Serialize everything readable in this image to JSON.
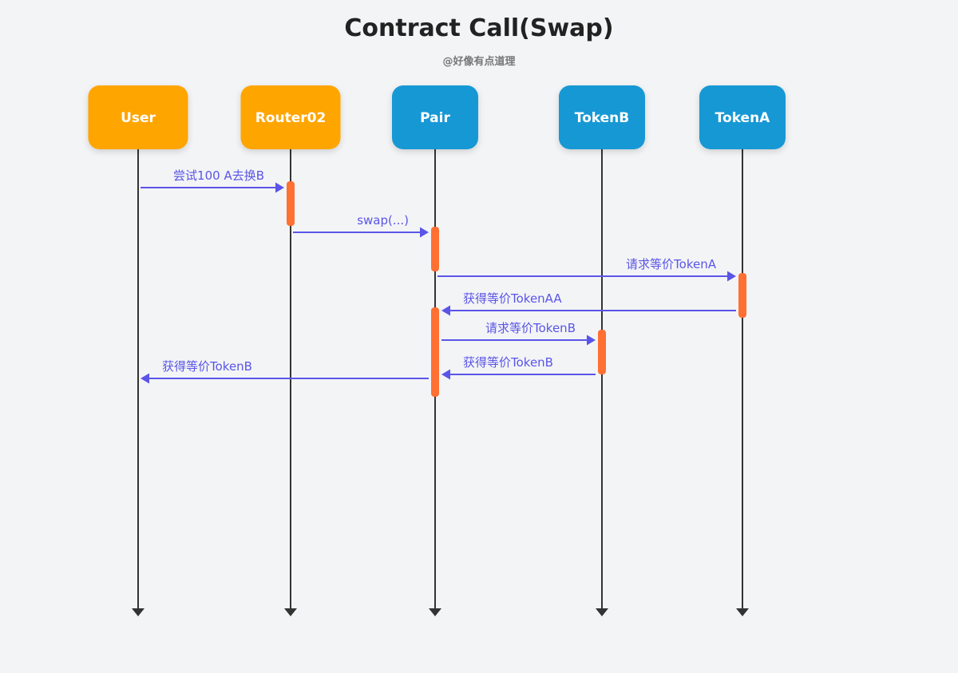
{
  "title": "Contract Call(Swap)",
  "subtitle": "@好像有点道理",
  "colors": {
    "background": "#f3f4f6",
    "actor_primary": "#ffa500",
    "actor_secondary": "#1598d5",
    "lifeline": "#333333",
    "activation": "#ff7033",
    "message": "#5a55e8"
  },
  "participants": [
    {
      "id": "user",
      "label": "User",
      "kind": "primary"
    },
    {
      "id": "router02",
      "label": "Router02",
      "kind": "primary"
    },
    {
      "id": "pair",
      "label": "Pair",
      "kind": "secondary"
    },
    {
      "id": "tokenb",
      "label": "TokenB",
      "kind": "secondary"
    },
    {
      "id": "tokena",
      "label": "TokenA",
      "kind": "secondary"
    }
  ],
  "activations": [
    {
      "participant": "router02"
    },
    {
      "participant": "pair"
    },
    {
      "participant": "tokena"
    },
    {
      "participant": "pair"
    },
    {
      "participant": "tokenb"
    }
  ],
  "messages": [
    {
      "from": "user",
      "to": "router02",
      "label": "尝试100 A去换B"
    },
    {
      "from": "router02",
      "to": "pair",
      "label": "swap(...)"
    },
    {
      "from": "pair",
      "to": "tokena",
      "label": "请求等价TokenA"
    },
    {
      "from": "tokena",
      "to": "pair",
      "label": "获得等价TokenAA"
    },
    {
      "from": "pair",
      "to": "tokenb",
      "label": "请求等价TokenB"
    },
    {
      "from": "tokenb",
      "to": "pair",
      "label": "获得等价TokenB"
    },
    {
      "from": "pair",
      "to": "user",
      "label": "获得等价TokenB"
    }
  ]
}
